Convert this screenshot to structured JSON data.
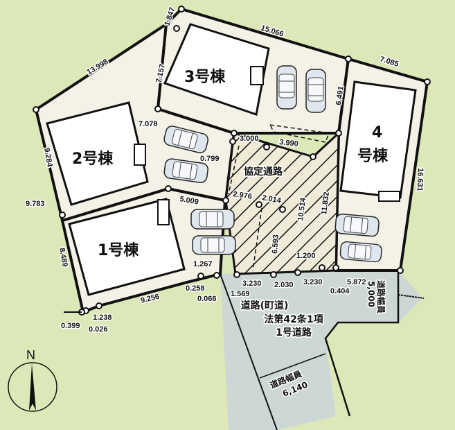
{
  "site_plan": {
    "colors": {
      "background": "#dde8b8",
      "lot_fill": "#f4f1e6",
      "building_fill": "#ffffff",
      "road_fill": "#cdd8d6",
      "outline": "#111111"
    },
    "buildings": [
      {
        "id": "1",
        "label": "1号棟"
      },
      {
        "id": "2",
        "label": "2号棟"
      },
      {
        "id": "3",
        "label": "3号棟"
      },
      {
        "id": "4",
        "label_line1": "4",
        "label_line2": "号棟"
      }
    ],
    "agreement_road": {
      "label": "協定通路"
    },
    "public_road": {
      "line1": "道路(町道)",
      "line2": "法第42条1項",
      "line3": "1号道路",
      "width_label_a": "道路幅員",
      "width_value_a": "5,000",
      "width_label_b": "道路幅員",
      "width_value_b": "6,140"
    },
    "dimensions": {
      "d1847": "1.847",
      "d15066": "15.066",
      "d13998": "13.998",
      "d7157": "7.157",
      "d7085": "7.085",
      "d6491": "6.491",
      "d7078": "7.078",
      "d3000": "3.000",
      "d3990": "3.990",
      "d0799": "0.799",
      "d9284": "9.284",
      "d9783": "9.783",
      "d5009": "5.009",
      "d2976": "2.976",
      "d2014": "2.014",
      "d10514": "10.514",
      "d11832": "11.832",
      "d16631": "16.631",
      "d6593": "6.593",
      "d1200": "1.200",
      "d8489": "8.489",
      "d1267": "1.267",
      "d0258": "0.258",
      "d0066": "0.066",
      "d1569": "1.569",
      "d3230a": "3.230",
      "d2030": "2.030",
      "d3230b": "3.230",
      "d5872": "5.872",
      "d0404": "0.404",
      "d9256": "9.256",
      "d1238": "1.238",
      "d0399": "0.399",
      "d0026": "0.026"
    },
    "compass": {
      "label": "N"
    }
  }
}
